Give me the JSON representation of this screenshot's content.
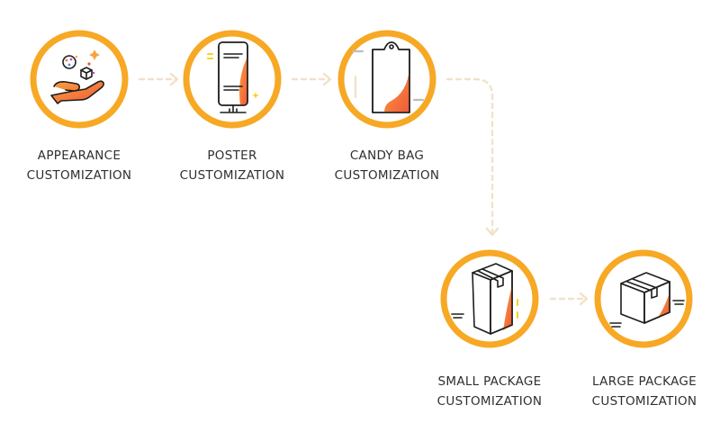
{
  "colors": {
    "ring": "#F7A824",
    "accent_orange": "#F47A2A",
    "accent_red": "#F0583A",
    "line": "#1E1E1E",
    "connector": "#F2E1C9",
    "label": "#2F2F2F"
  },
  "steps": [
    {
      "id": "appearance",
      "icon": "hand-holding-parts-icon",
      "label_line1": "APPEARANCE",
      "label_line2": "CUSTOMIZATION"
    },
    {
      "id": "poster",
      "icon": "poster-stand-icon",
      "label_line1": "POSTER",
      "label_line2": "CUSTOMIZATION"
    },
    {
      "id": "candy-bag",
      "icon": "candy-bag-icon",
      "label_line1": "CANDY BAG",
      "label_line2": "CUSTOMIZATION"
    },
    {
      "id": "small-package",
      "icon": "small-package-icon",
      "label_line1": "SMALL PACKAGE",
      "label_line2": "CUSTOMIZATION"
    },
    {
      "id": "large-package",
      "icon": "large-package-icon",
      "label_line1": "LARGE PACKAGE",
      "label_line2": "CUSTOMIZATION"
    }
  ],
  "connectors": [
    {
      "from": "appearance",
      "to": "poster",
      "icon": "arrow-right-icon"
    },
    {
      "from": "poster",
      "to": "candy-bag",
      "icon": "arrow-right-icon"
    },
    {
      "from": "candy-bag",
      "to": "small-package",
      "icon": "arrow-down-icon"
    },
    {
      "from": "small-package",
      "to": "large-package",
      "icon": "arrow-right-icon"
    }
  ]
}
